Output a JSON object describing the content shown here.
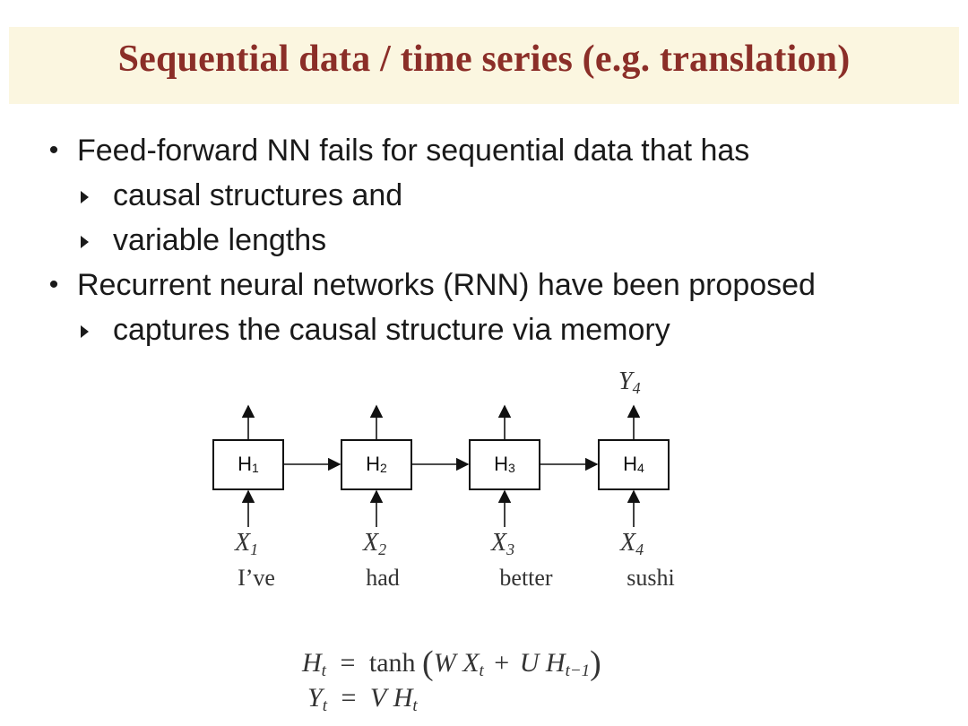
{
  "slide": {
    "title": "Sequential data / time series (e.g. translation)",
    "bullets": [
      {
        "text": "Feed-forward NN fails for sequential data that has",
        "subs": [
          "causal structures and",
          "variable lengths"
        ]
      },
      {
        "text": "Recurrent neural networks (RNN) have been proposed",
        "subs": [
          "captures the causal structure via memory"
        ]
      }
    ]
  },
  "diagram": {
    "output_top": {
      "var": "Y",
      "sub": "4"
    },
    "units": [
      {
        "hidden": "H",
        "hidden_sub": "1",
        "input": "X",
        "input_sub": "1",
        "word": "I’ve"
      },
      {
        "hidden": "H",
        "hidden_sub": "2",
        "input": "X",
        "input_sub": "2",
        "word": "had"
      },
      {
        "hidden": "H",
        "hidden_sub": "3",
        "input": "X",
        "input_sub": "3",
        "word": "better"
      },
      {
        "hidden": "H",
        "hidden_sub": "4",
        "input": "X",
        "input_sub": "4",
        "word": "sushi"
      }
    ]
  },
  "equations": {
    "eq1": {
      "lhs": "H",
      "lhs_sub": "t",
      "equals": "=",
      "func": "tanh",
      "open": "(",
      "w": "W",
      "x": "X",
      "x_sub": "t",
      "plus": "+",
      "u": "U",
      "h": "H",
      "h_sub": "t−1",
      "close": ")"
    },
    "eq2": {
      "lhs": "Y",
      "lhs_sub": "t",
      "equals": "=",
      "v": "V",
      "h": "H",
      "h_sub": "t"
    }
  }
}
